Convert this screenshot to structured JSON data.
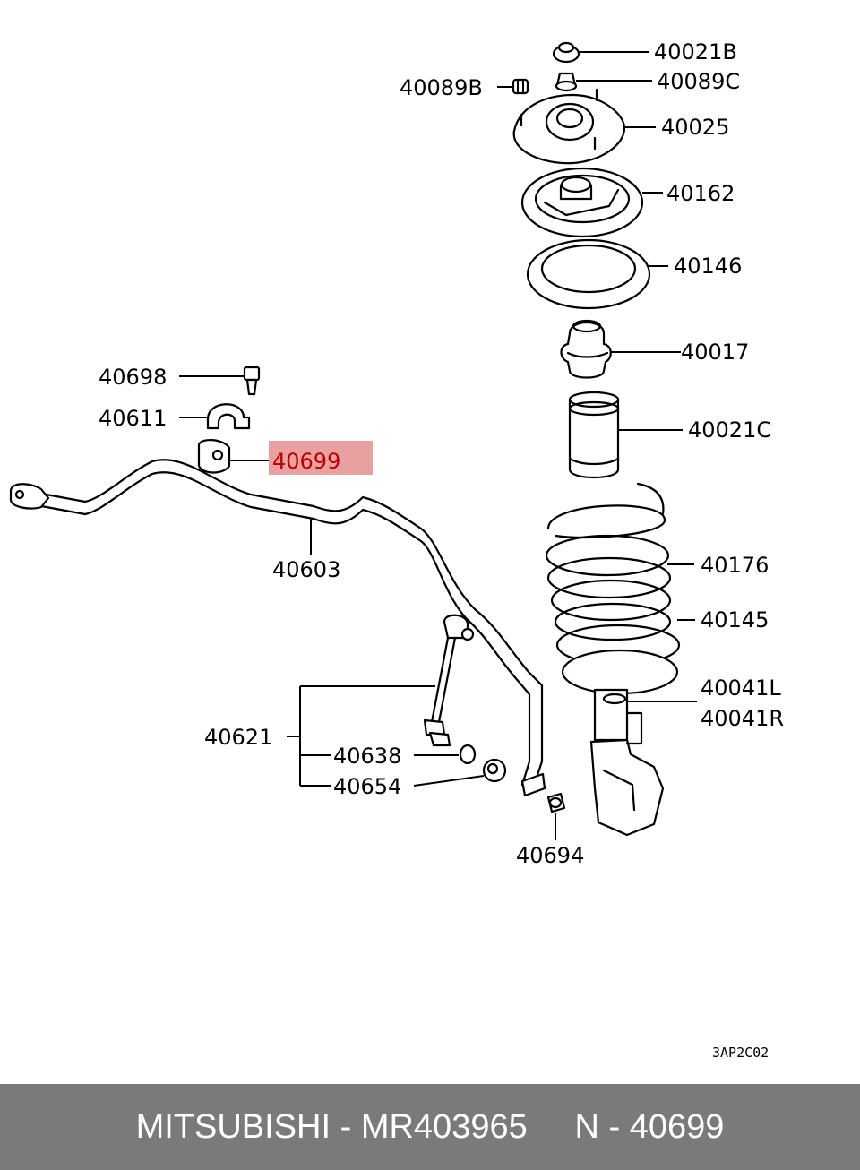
{
  "parts": {
    "p40021B": "40021B",
    "p40089C": "40089C",
    "p40089B": "40089B",
    "p40025": "40025",
    "p40162": "40162",
    "p40146": "40146",
    "p40017": "40017",
    "p40698": "40698",
    "p40611": "40611",
    "p40699": "40699",
    "p40021C": "40021C",
    "p40176": "40176",
    "p40603": "40603",
    "p40145": "40145",
    "p40041L": "40041L",
    "p40041R": "40041R",
    "p40621": "40621",
    "p40638": "40638",
    "p40654": "40654",
    "p40694": "40694"
  },
  "highlight_color": "#e8a0a0",
  "diagram_code": "3AP2C02",
  "footer": {
    "text": "MITSUBISHI - MR403965     N - 40699",
    "background": "#7a7a7a"
  }
}
